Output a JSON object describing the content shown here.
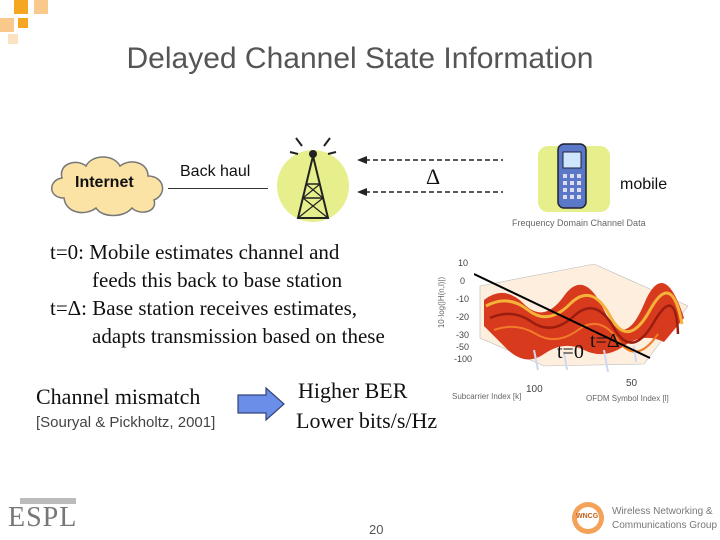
{
  "slide": {
    "title": "Delayed Channel State Information",
    "page_number": "20"
  },
  "diagram": {
    "internet_label": "Internet",
    "backhaul_label": "Back haul",
    "delta_label": "Δ",
    "mobile_label": "mobile"
  },
  "body": {
    "line1": "t=0: Mobile estimates channel and",
    "line2": "feeds this back to base station",
    "line3": "t=Δ: Base station receives estimates,",
    "line4": "adapts transmission based on these",
    "mismatch": "Channel mismatch",
    "citation": "[Souryal & Pickholtz, 2001]",
    "result1": "Higher BER",
    "result2": "Lower bits/s/Hz"
  },
  "plot": {
    "title": "Frequency Domain Channel Data",
    "zlabel": "10·log(|H(n,l)|)",
    "xlabel_left": "Subcarrier Index [k]",
    "xlabel_right": "OFDM Symbol Index [l]",
    "z_ticks": [
      "10",
      "0",
      "-10",
      "-20",
      "-30",
      "-50",
      "-100"
    ],
    "x_tick_left": "100",
    "x_tick_right": "50",
    "t0_label": "t=0",
    "tdelta_label": "t=Δ"
  },
  "logos": {
    "espl": "ESPL",
    "wncg_badge": "WNCG",
    "wncg_line1": "Wireless Networking &",
    "wncg_line2": "Communications Group"
  },
  "colors": {
    "title": "#555555",
    "arrow_fill": "#6b8ee8",
    "deco_orange": "#f5a623",
    "surface_red": "#d83a1e"
  }
}
